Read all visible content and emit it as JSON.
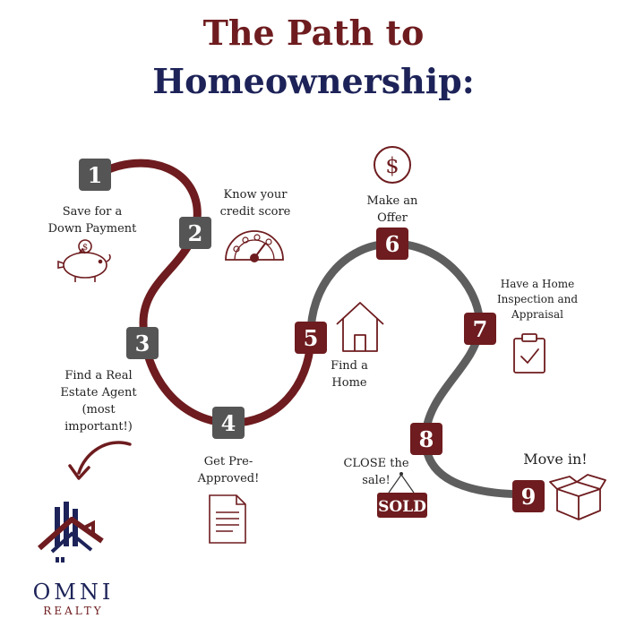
{
  "title": {
    "line1": "The Path to",
    "line2": "Homeownership:"
  },
  "steps": [
    {
      "number": "1",
      "label_lines": [
        "Save for a",
        "Down Payment"
      ],
      "icon": "piggy-bank-icon"
    },
    {
      "number": "2",
      "label_lines": [
        "Know your",
        "credit score"
      ],
      "icon": "credit-gauge-icon"
    },
    {
      "number": "3",
      "label_lines": [
        "Find a Real",
        "Estate Agent",
        "(most",
        "important!)"
      ],
      "icon": "arrow-icon"
    },
    {
      "number": "4",
      "label_lines": [
        "Get Pre-",
        "Approved!"
      ],
      "icon": "document-icon"
    },
    {
      "number": "5",
      "label_lines": [
        "Find a",
        "Home"
      ],
      "icon": "house-icon"
    },
    {
      "number": "6",
      "label_lines": [
        "Make an",
        "Offer"
      ],
      "icon": "dollar-icon"
    },
    {
      "number": "7",
      "label_lines": [
        "Have a Home",
        "Inspection and",
        "Appraisal"
      ],
      "icon": "clipboard-icon"
    },
    {
      "number": "8",
      "label_lines": [
        "CLOSE the",
        "sale!"
      ],
      "icon": "sold-sign-icon"
    },
    {
      "number": "9",
      "label_lines": [
        "Move in!"
      ],
      "icon": "moving-box-icon"
    }
  ],
  "sold_sign_text": "SOLD",
  "logo": {
    "name": "OMNI",
    "sub": "REALTY"
  },
  "colors": {
    "maroon": "#6e1c1f",
    "navy": "#1d2358",
    "gray": "#5e5e5e",
    "box_gray": "#555555"
  }
}
